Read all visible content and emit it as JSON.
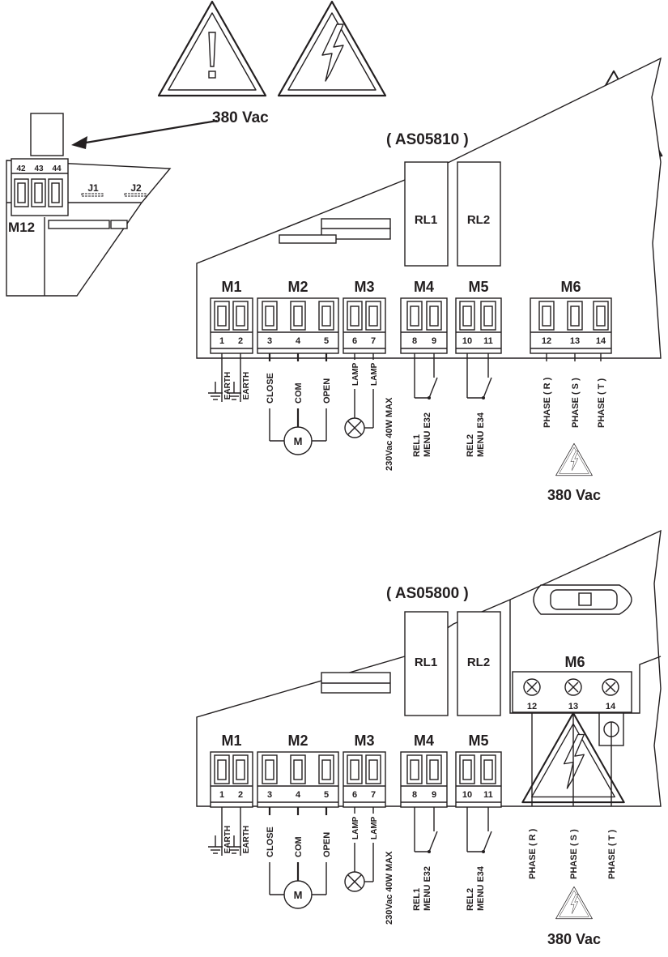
{
  "voltage_label": "380 Vac",
  "top_block": {
    "code": "( AS05810 )",
    "m12": {
      "label": "M12",
      "pins": [
        "42",
        "43",
        "44"
      ],
      "jumpers": [
        "J1",
        "J2"
      ]
    },
    "relays": [
      "RL1",
      "RL2"
    ],
    "connectors": [
      {
        "name": "M1",
        "pins": [
          "1",
          "2"
        ]
      },
      {
        "name": "M2",
        "pins": [
          "3",
          "4",
          "5"
        ]
      },
      {
        "name": "M3",
        "pins": [
          "6",
          "7"
        ]
      },
      {
        "name": "M4",
        "pins": [
          "8",
          "9"
        ]
      },
      {
        "name": "M5",
        "pins": [
          "10",
          "11"
        ]
      },
      {
        "name": "M6",
        "pins": [
          "12",
          "13",
          "14"
        ]
      }
    ],
    "wire_labels": [
      "EARTH",
      "EARTH",
      "CLOSE",
      "COM",
      "OPEN",
      "LAMP",
      "LAMP",
      "230Vac 40W MAX"
    ],
    "relay_labels": [
      {
        "line1": "REL1",
        "line2": "MENU E32"
      },
      {
        "line1": "REL2",
        "line2": "MENU E34"
      }
    ],
    "phase_labels": [
      "PHASE ( R )",
      "PHASE ( S )",
      "PHASE ( T )"
    ],
    "motor_label": "M"
  },
  "bottom_block": {
    "code": "( AS05800 )",
    "relays": [
      "RL1",
      "RL2"
    ],
    "connectors": [
      {
        "name": "M1",
        "pins": [
          "1",
          "2"
        ]
      },
      {
        "name": "M2",
        "pins": [
          "3",
          "4",
          "5"
        ]
      },
      {
        "name": "M3",
        "pins": [
          "6",
          "7"
        ]
      },
      {
        "name": "M4",
        "pins": [
          "8",
          "9"
        ]
      },
      {
        "name": "M5",
        "pins": [
          "10",
          "11"
        ]
      }
    ],
    "m6": {
      "name": "M6",
      "pins": [
        "12",
        "13",
        "14"
      ]
    },
    "wire_labels": [
      "EARTH",
      "EARTH",
      "CLOSE",
      "COM",
      "OPEN",
      "LAMP",
      "LAMP",
      "230Vac 40W MAX"
    ],
    "relay_labels": [
      {
        "line1": "REL1",
        "line2": "MENU E32"
      },
      {
        "line1": "REL2",
        "line2": "MENU E34"
      }
    ],
    "phase_labels": [
      "PHASE ( R )",
      "PHASE ( S )",
      "PHASE ( T )"
    ],
    "motor_label": "M"
  }
}
